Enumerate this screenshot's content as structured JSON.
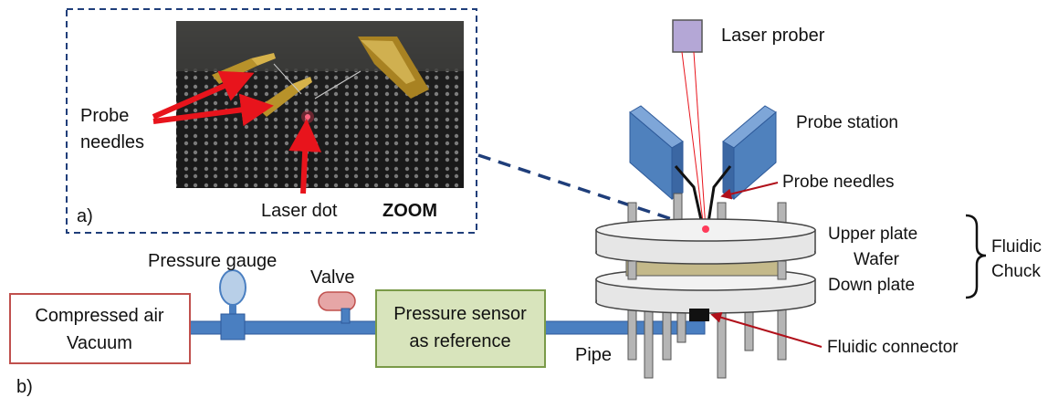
{
  "zoom_panel": {
    "panel_label": "a)",
    "zoom_label": "ZOOM",
    "probe_needles_label": [
      "Probe",
      "needles"
    ],
    "laser_dot_label": "Laser dot"
  },
  "setup": {
    "panel_label": "b)",
    "compressed_air_label": [
      "Compressed air",
      "Vacuum"
    ],
    "pressure_gauge_label": "Pressure gauge",
    "valve_label": "Valve",
    "pressure_sensor_label": [
      "Pressure sensor",
      "as reference"
    ],
    "pipe_label": "Pipe",
    "laser_prober_label": "Laser prober",
    "probe_station_label": "Probe station",
    "probe_needles_label": "Probe needles",
    "upper_plate_label": "Upper plate",
    "wafer_label": "Wafer",
    "down_plate_label": "Down plate",
    "fluidic_chuck_label": [
      "Fluidic",
      "Chuck"
    ],
    "fluidic_connector_label": "Fluidic connector"
  },
  "colors": {
    "pipe_blue": "#4a7fc1",
    "pipe_dark": "#2e5a9a",
    "arrow_red": "#e8141c",
    "air_box_border": "#c0504d",
    "sensor_fill": "#d8e4bc",
    "sensor_border": "#7a9a48",
    "prober_fill": "#b4a7d6",
    "station_blue": "#4f81bd",
    "dash_blue": "#1f3e7a",
    "wafer_fill": "#c4b98a",
    "plate_fill": "#e6e6e6"
  }
}
